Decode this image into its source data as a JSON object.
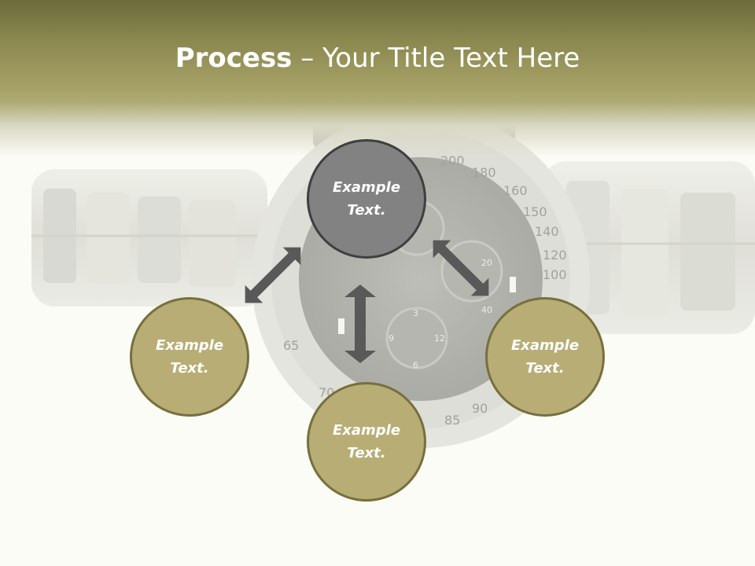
{
  "title": {
    "bold": "Process",
    "rest": " – Your Title Text Here"
  },
  "nodes": {
    "top": "Example Text.",
    "left": "Example Text.",
    "bottom": "Example Text.",
    "right": "Example Text."
  },
  "colors": {
    "header": "#a7a368",
    "node_fill": "#b8ad75",
    "node_border": "#76703d",
    "center_fill": "#828282",
    "center_border": "#3f3f3f",
    "arrow": "#595959"
  },
  "background": {
    "bezel_numbers": [
      "200",
      "180",
      "160",
      "150",
      "140",
      "120",
      "100",
      "90",
      "85",
      "70",
      "65"
    ],
    "subdial_numbers": [
      "3",
      "6",
      "9",
      "12",
      "20",
      "40"
    ]
  }
}
